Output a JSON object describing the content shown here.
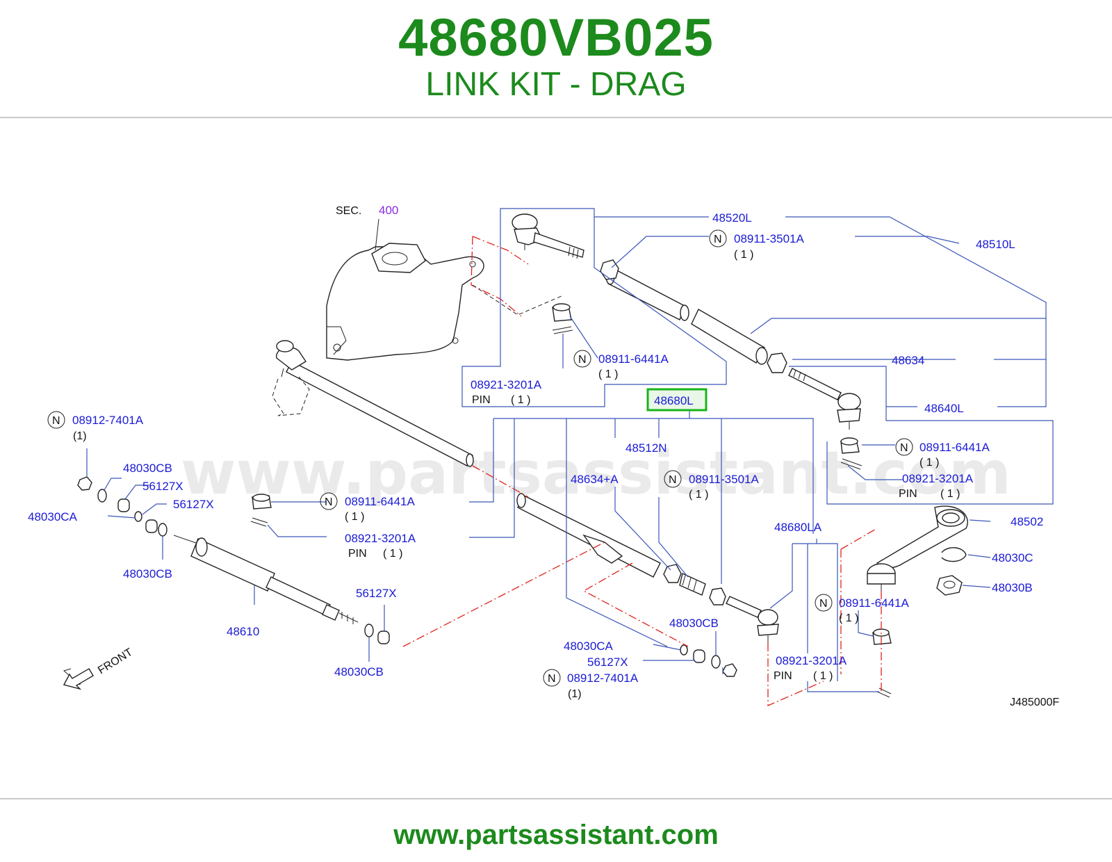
{
  "header": {
    "part_number": "48680VB025",
    "description": "LINK KIT - DRAG"
  },
  "colors": {
    "brand_green": "#1c8a1c",
    "label_blue": "#1a1ad6",
    "highlight_green": "#19b319",
    "sec_purple": "#8a2be2",
    "phantom_red": "#e0231c"
  },
  "diagram": {
    "sec_label": "SEC.",
    "sec_ref": "400",
    "watermark": "www.partsassistant.com",
    "drawing_code": "J485000F",
    "front_label": "FRONT",
    "n_marker": "N",
    "pin_word": "PIN",
    "qty_one_paren": "( 1 )",
    "qty_one_tight": "(1)",
    "highlighted_part": "48680L",
    "callouts": {
      "p48520L": "48520L",
      "p48510L": "48510L",
      "p08911_3501A_top": "08911-3501A",
      "p08911_6441A_a": "08911-6441A",
      "p48634": "48634",
      "p08921_3201A_a": "08921-3201A",
      "p48640L": "48640L",
      "p48512N": "48512N",
      "p08911_6441A_b": "08911-6441A",
      "p08912_7401A_left": "08912-7401A",
      "p08921_3201A_b": "08921-3201A",
      "p48030CB_a": "48030CB",
      "p56127X_a": "56127X",
      "p56127X_b": "56127X",
      "p48030CA_a": "48030CA",
      "p48634A": "48634+A",
      "p08911_3501A_mid": "08911-3501A",
      "p08911_6441A_c": "08911-6441A",
      "p08921_3201A_c": "08921-3201A",
      "p48502": "48502",
      "p48680LA": "48680LA",
      "p48030CB_b": "48030CB",
      "p48030C": "48030C",
      "p48030B": "48030B",
      "p48610": "48610",
      "p56127X_c": "56127X",
      "p48030CB_c": "48030CB",
      "p08911_6441A_d": "08911-6441A",
      "p48030CB_d": "48030CB",
      "p48030CA_b": "48030CA",
      "p56127X_d": "56127X",
      "p08912_7401A_bottom": "08912-7401A",
      "p08921_3201A_d": "08921-3201A"
    }
  },
  "footer": {
    "url": "www.partsassistant.com"
  }
}
